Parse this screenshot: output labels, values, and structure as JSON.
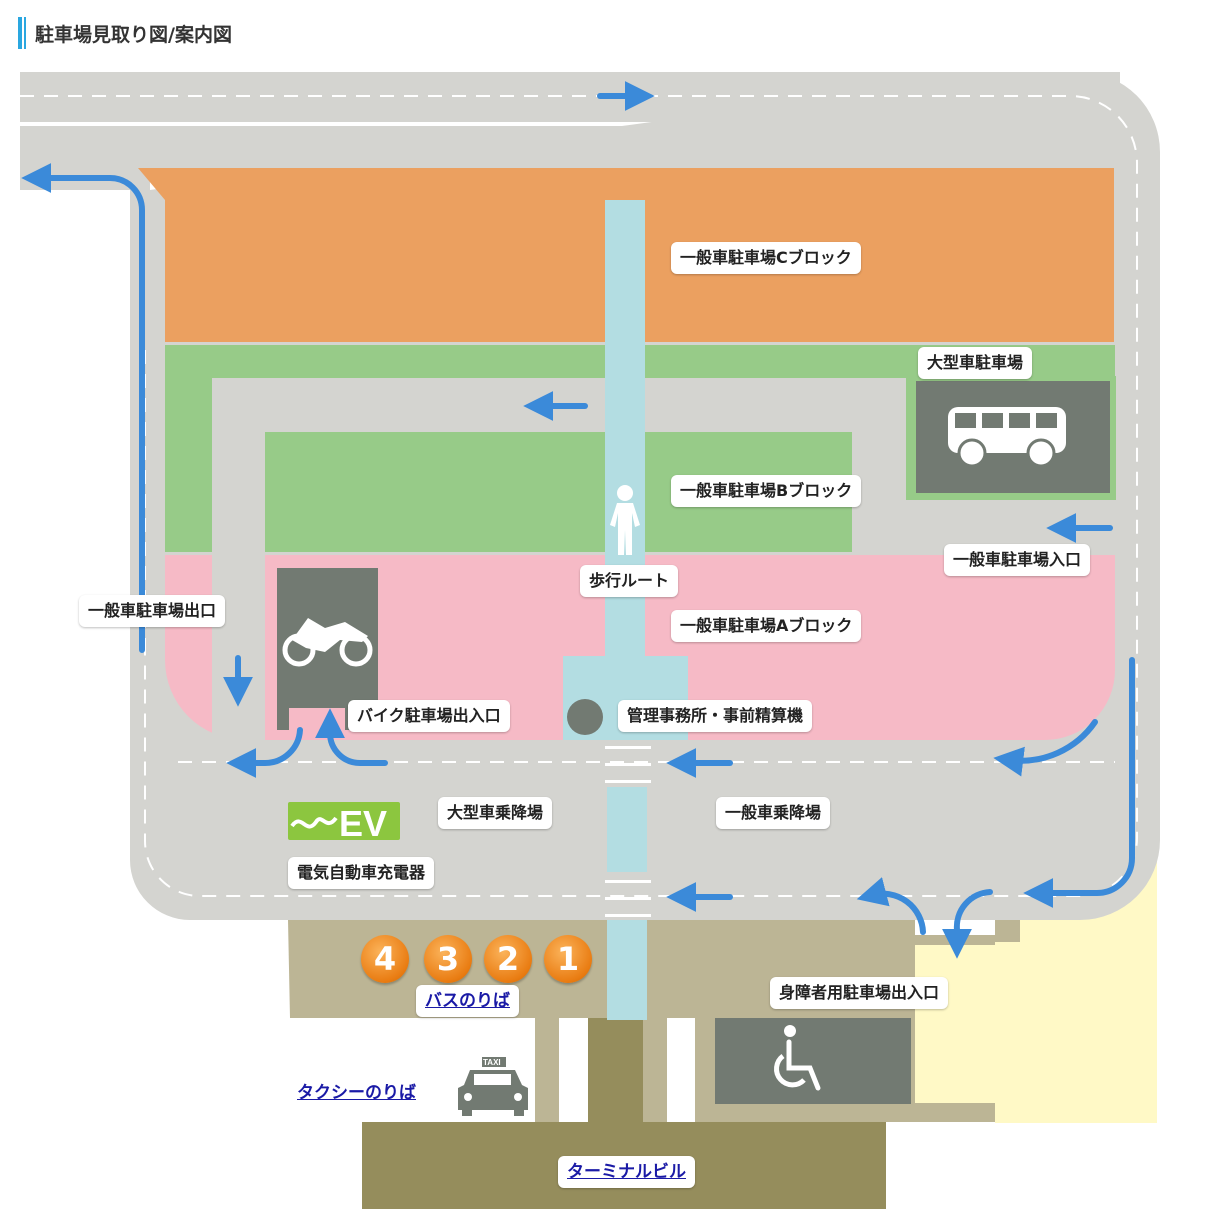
{
  "page": {
    "title": "駐車場見取り図/案内図"
  },
  "labels": {
    "c_block": "一般車駐車場Cブロック",
    "large_parking": "大型車駐車場",
    "b_block": "一般車駐車場Bブロック",
    "general_entrance": "一般車駐車場入口",
    "general_exit": "一般車駐車場出口",
    "walk_route": "歩行ルート",
    "a_block": "一般車駐車場Aブロック",
    "bike_gate": "バイク駐車場出入口",
    "office": "管理事務所・事前精算機",
    "large_boarding": "大型車乗降場",
    "general_boarding": "一般車乗降場",
    "ev_charger": "電気自動車充電器",
    "ev_logo": "EV",
    "disabled_gate": "身障者用駐車場出入口",
    "taxi_sign": "TAXI"
  },
  "links": {
    "bus_stop": "バスのりば",
    "taxi_stop": "タクシーのりば",
    "terminal": "ターミナルビル"
  },
  "bus_numbers": [
    "4",
    "3",
    "2",
    "1"
  ],
  "colors": {
    "road": "#d4d4d0",
    "c_block": "#eba060",
    "b_block": "#97cb88",
    "a_block": "#f6bac6",
    "walkway": "#b3dde2",
    "platform": "#bcb595",
    "terminal": "#958d5c",
    "disabled_area": "#fff9c6",
    "arrow": "#3b8ad9",
    "icon_bg": "#727a72",
    "ev_green": "#8cc63f"
  },
  "icons": [
    "bus-icon",
    "motorcycle-icon",
    "pedestrian-icon",
    "taxi-icon",
    "wheelchair-icon",
    "ev-logo"
  ]
}
